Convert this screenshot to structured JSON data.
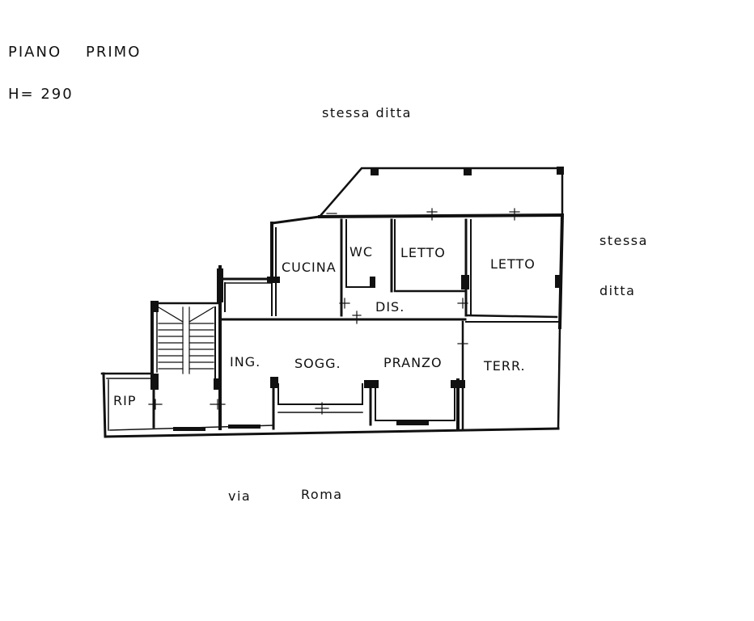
{
  "header": {
    "floor_label_1": "PIANO",
    "floor_label_2": "PRIMO",
    "height_label": "H= 290"
  },
  "surroundings": {
    "top": "stessa   ditta",
    "right_line1": "stessa",
    "right_line2": "ditta",
    "street_1": "via",
    "street_2": "Roma"
  },
  "rooms": {
    "cucina": "CUCINA",
    "wc": "WC",
    "letto_1": "LETTO",
    "letto_2": "LETTO",
    "dis": "DIS.",
    "ing": "ING.",
    "sogg": "SOGG.",
    "pranzo": "PRANZO",
    "terr": "TERR.",
    "rip": "RIP"
  }
}
